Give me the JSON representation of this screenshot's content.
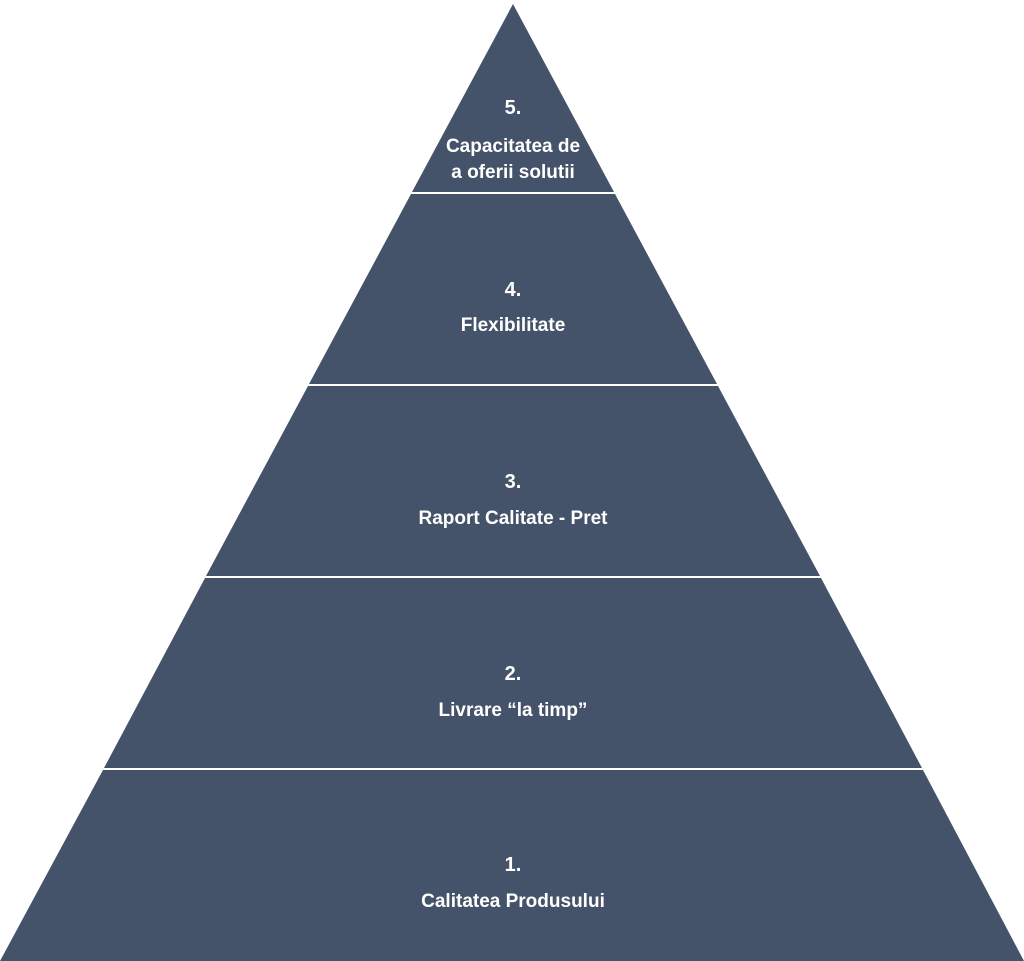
{
  "diagram": {
    "colors": {
      "fill": "#45536a",
      "divider": "#ffffff",
      "text": "#ffffff"
    },
    "levels": [
      {
        "number": "5.",
        "line1": "Capacitatea de",
        "line2": "a oferii solutii"
      },
      {
        "number": "4.",
        "line1": "Flexibilitate",
        "line2": ""
      },
      {
        "number": "3.",
        "line1": "Raport Calitate - Pret",
        "line2": ""
      },
      {
        "number": "2.",
        "line1": "Livrare “la timp”",
        "line2": ""
      },
      {
        "number": "1.",
        "line1": "Calitatea Produsului",
        "line2": ""
      }
    ]
  }
}
